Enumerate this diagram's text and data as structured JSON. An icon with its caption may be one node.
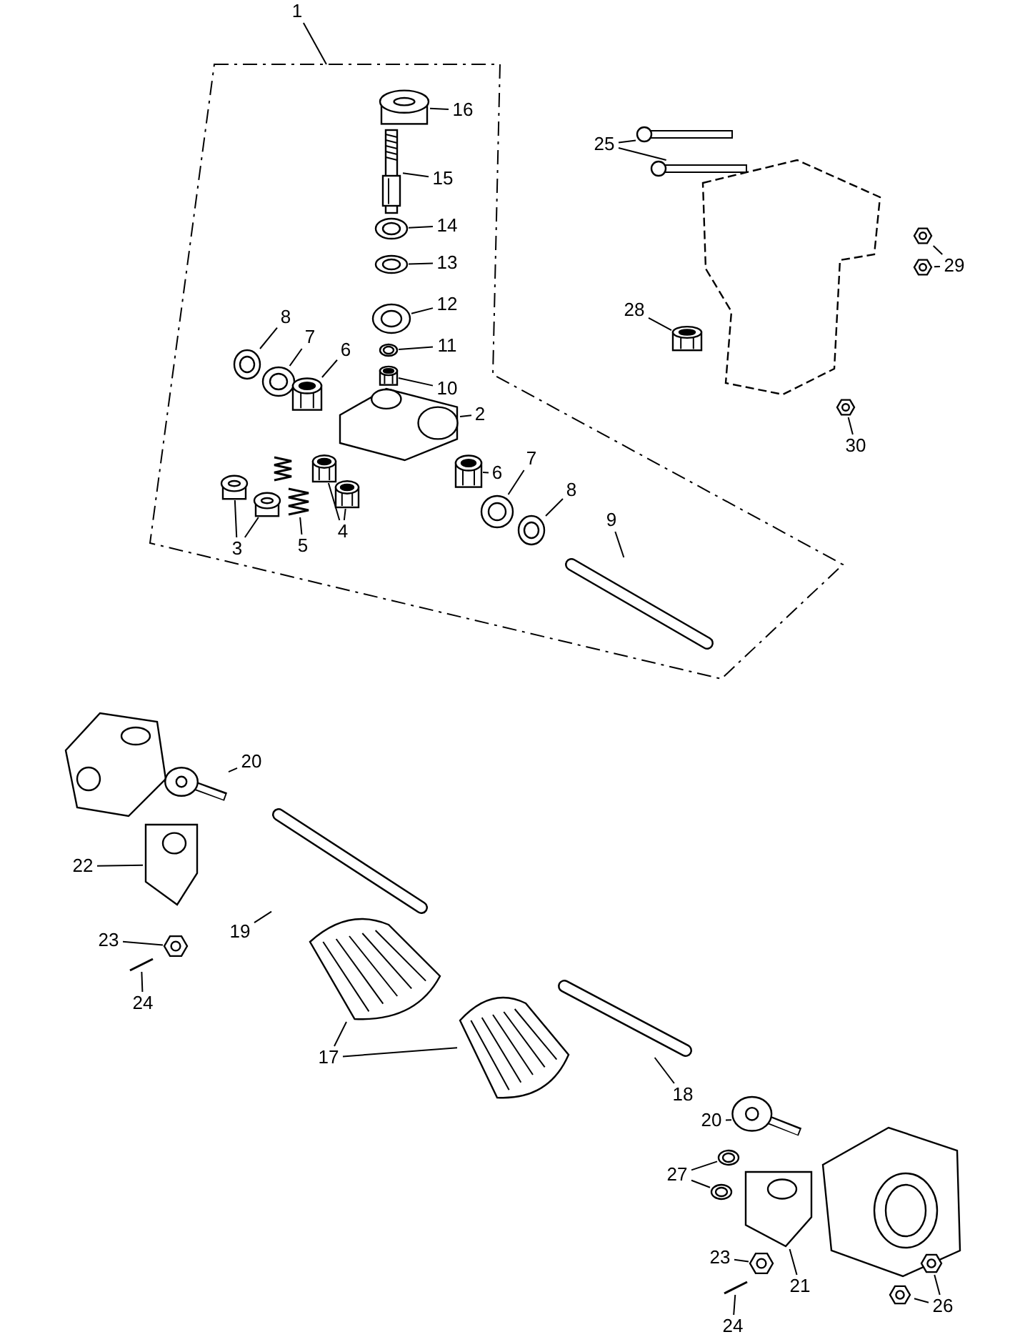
{
  "diagram": {
    "nodes": [
      {
        "text": [
          "1"
        ]
      },
      {
        "text": [],
        "shape": "box"
      },
      {
        "text": [
          "16"
        ],
        "in": 1
      },
      {
        "text": [],
        "shape": "picture",
        "in": 1
      },
      {
        "text": [
          "15"
        ],
        "in": 1
      },
      {
        "text": [],
        "shape": "picture",
        "in": 1
      },
      {
        "text": [
          "14"
        ],
        "in": 1
      },
      {
        "text": [],
        "shape": "picture",
        "in": 1
      },
      {
        "text": [
          "13"
        ],
        "in": 1
      },
      {
        "text": [],
        "shape": "picture",
        "in": 1
      },
      {
        "text": [
          "12"
        ],
        "in": 1
      },
      {
        "text": [],
        "shape": "picture",
        "in": 1
      },
      {
        "text": [
          "11"
        ],
        "in": 1
      },
      {
        "text": [],
        "shape": "picture",
        "in": 1
      },
      {
        "text": [
          "10"
        ],
        "in": 1
      },
      {
        "text": [],
        "shape": "picture",
        "in": 1
      },
      {
        "text": [
          "8"
        ],
        "in": 1
      },
      {
        "text": [],
        "shape": "picture",
        "in": 1
      },
      {
        "text": [
          "7"
        ],
        "in": 1
      },
      {
        "text": [],
        "shape": "picture",
        "in": 1
      },
      {
        "text": [
          "6"
        ],
        "in": 1
      },
      {
        "text": [],
        "shape": "picture",
        "in": 1
      },
      {
        "text": [
          "2"
        ],
        "in": 1
      },
      {
        "text": [],
        "shape": "picture",
        "in": 1
      },
      {
        "text": [
          "6"
        ],
        "in": 1
      },
      {
        "text": [],
        "shape": "picture",
        "in": 1
      },
      {
        "text": [
          "7"
        ],
        "in": 1
      },
      {
        "text": [],
        "shape": "picture",
        "in": 1
      },
      {
        "text": [
          "8"
        ],
        "in": 1
      },
      {
        "text": [],
        "shape": "picture",
        "in": 1
      },
      {
        "text": [
          "9"
        ],
        "in": 1
      },
      {
        "text": [],
        "shape": "picture",
        "in": 1
      },
      {
        "text": [
          "3"
        ],
        "in": 1
      },
      {
        "text": [],
        "shape": "picture",
        "in": 1
      },
      {
        "text": [],
        "shape": "picture",
        "in": 1
      },
      {
        "text": [
          "5"
        ],
        "in": 1
      },
      {
        "text": [],
        "shape": "picture",
        "in": 1
      },
      {
        "text": [
          "4"
        ],
        "in": 1
      },
      {
        "text": [],
        "shape": "picture",
        "in": 1
      },
      {
        "text": [],
        "shape": "picture",
        "in": 1
      },
      {
        "text": [
          "25"
        ]
      },
      {
        "text": [],
        "shape": "picture"
      },
      {
        "text": [],
        "shape": "picture"
      },
      {
        "text": [
          "28"
        ]
      },
      {
        "text": [],
        "shape": "picture"
      },
      {
        "text": [
          "29"
        ]
      },
      {
        "text": [],
        "shape": "picture"
      },
      {
        "text": [],
        "shape": "picture"
      },
      {
        "text": [
          "30"
        ]
      },
      {
        "text": [],
        "shape": "picture"
      },
      {
        "text": [
          "20"
        ]
      },
      {
        "text": [],
        "shape": "picture"
      },
      {
        "text": [
          "22"
        ]
      },
      {
        "text": [],
        "shape": "picture"
      },
      {
        "text": [
          "19"
        ]
      },
      {
        "text": [],
        "shape": "picture"
      },
      {
        "text": [
          "23"
        ]
      },
      {
        "text": [],
        "shape": "picture"
      },
      {
        "text": [
          "24"
        ]
      },
      {
        "text": [],
        "shape": "picture"
      },
      {
        "text": [
          "17"
        ]
      },
      {
        "text": [],
        "shape": "picture"
      },
      {
        "text": [],
        "shape": "picture"
      },
      {
        "text": [
          "18"
        ]
      },
      {
        "text": [],
        "shape": "picture"
      },
      {
        "text": [
          "20"
        ]
      },
      {
        "text": [],
        "shape": "picture"
      },
      {
        "text": [
          "27"
        ]
      },
      {
        "text": [],
        "shape": "picture"
      },
      {
        "text": [],
        "shape": "picture"
      },
      {
        "text": [
          "23"
        ]
      },
      {
        "text": [],
        "shape": "picture"
      },
      {
        "text": [
          "21"
        ]
      },
      {
        "text": [],
        "shape": "picture"
      },
      {
        "text": [
          "26"
        ]
      },
      {
        "text": [],
        "shape": "picture"
      },
      {
        "text": [],
        "shape": "picture"
      },
      {
        "text": [
          "24"
        ]
      },
      {
        "text": [],
        "shape": "picture"
      }
    ],
    "edges": [
      {
        "from": 0,
        "to": 1,
        "arrow": "none"
      },
      {
        "from": 2,
        "to": 3,
        "arrow": "none"
      },
      {
        "from": 4,
        "to": 5,
        "arrow": "none"
      },
      {
        "from": 6,
        "to": 7,
        "arrow": "none"
      },
      {
        "from": 8,
        "to": 9,
        "arrow": "none"
      },
      {
        "from": 10,
        "to": 11,
        "arrow": "none"
      },
      {
        "from": 12,
        "to": 13,
        "arrow": "none"
      },
      {
        "from": 14,
        "to": 15,
        "arrow": "none"
      },
      {
        "from": 16,
        "to": 17,
        "arrow": "none"
      },
      {
        "from": 18,
        "to": 19,
        "arrow": "none"
      },
      {
        "from": 20,
        "to": 21,
        "arrow": "none"
      },
      {
        "from": 22,
        "to": 23,
        "arrow": "none"
      },
      {
        "from": 24,
        "to": 25,
        "arrow": "none"
      },
      {
        "from": 26,
        "to": 27,
        "arrow": "none"
      },
      {
        "from": 28,
        "to": 29,
        "arrow": "none"
      },
      {
        "from": 30,
        "to": 31,
        "arrow": "none"
      },
      {
        "from": 32,
        "to": 33,
        "arrow": "none"
      },
      {
        "from": 32,
        "to": 34,
        "arrow": "none"
      },
      {
        "from": 35,
        "to": 36,
        "arrow": "none"
      },
      {
        "from": 37,
        "to": 38,
        "arrow": "none"
      },
      {
        "from": 37,
        "to": 39,
        "arrow": "none"
      },
      {
        "from": 40,
        "to": 41,
        "arrow": "none"
      },
      {
        "from": 40,
        "to": 42,
        "arrow": "none"
      },
      {
        "from": 43,
        "to": 44,
        "arrow": "none"
      },
      {
        "from": 45,
        "to": 46,
        "arrow": "none"
      },
      {
        "from": 45,
        "to": 47,
        "arrow": "none"
      },
      {
        "from": 48,
        "to": 49,
        "arrow": "none"
      },
      {
        "from": 50,
        "to": 51,
        "arrow": "none"
      },
      {
        "from": 52,
        "to": 53,
        "arrow": "none"
      },
      {
        "from": 54,
        "to": 55,
        "arrow": "none"
      },
      {
        "from": 56,
        "to": 57,
        "arrow": "none"
      },
      {
        "from": 58,
        "to": 59,
        "arrow": "none"
      },
      {
        "from": 60,
        "to": 61,
        "arrow": "none"
      },
      {
        "from": 60,
        "to": 62,
        "arrow": "none"
      },
      {
        "from": 63,
        "to": 64,
        "arrow": "none"
      },
      {
        "from": 65,
        "to": 66,
        "arrow": "none"
      },
      {
        "from": 67,
        "to": 68,
        "arrow": "none"
      },
      {
        "from": 67,
        "to": 69,
        "arrow": "none"
      },
      {
        "from": 70,
        "to": 71,
        "arrow": "none"
      },
      {
        "from": 72,
        "to": 73,
        "arrow": "none"
      },
      {
        "from": 74,
        "to": 75,
        "arrow": "none"
      },
      {
        "from": 74,
        "to": 76,
        "arrow": "none"
      },
      {
        "from": 77,
        "to": 78,
        "arrow": "none"
      }
    ]
  }
}
